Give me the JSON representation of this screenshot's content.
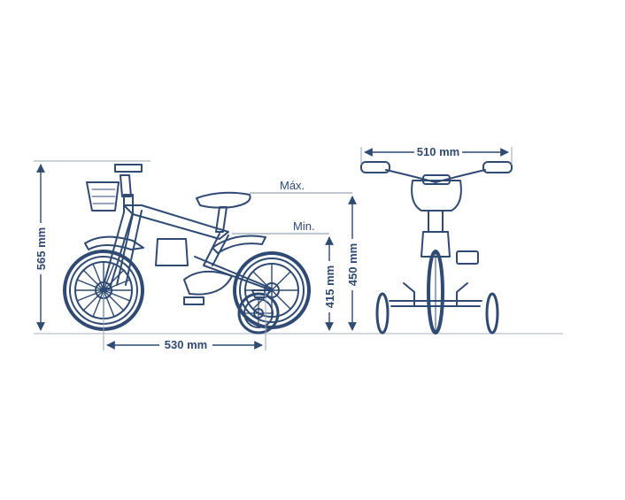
{
  "diagram": {
    "dimensions": {
      "total_height": "565 mm",
      "wheelbase": "530 mm",
      "seat_height_min": "415 mm",
      "seat_height_max": "450 mm",
      "handlebar_width": "510 mm"
    },
    "seat_labels": {
      "max": "Máx.",
      "min": "Min."
    },
    "colors": {
      "line": "#2f4a73",
      "guide": "#7f8fa8",
      "ground": "#c9ced6"
    }
  }
}
